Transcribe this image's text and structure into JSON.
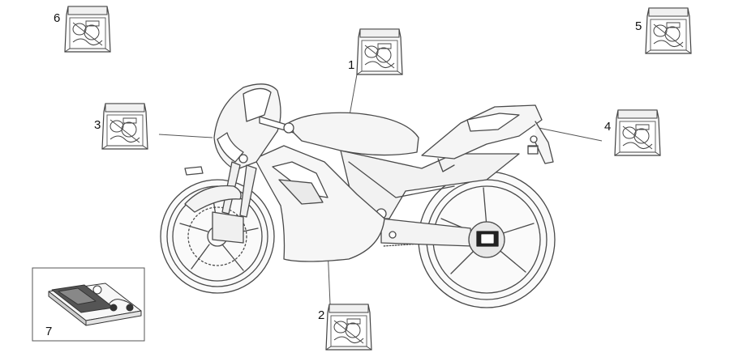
{
  "diagram": {
    "subject": "motorcycle-decal-kits",
    "stroke_color": "#4a4a4a",
    "fill_color": "#f7f7f7",
    "kit_icon": "decal-sheet-icon",
    "manual_icon": "owner-manual-icon"
  },
  "callouts": [
    {
      "id": "1",
      "label": "1"
    },
    {
      "id": "2",
      "label": "2"
    },
    {
      "id": "3",
      "label": "3"
    },
    {
      "id": "4",
      "label": "4"
    },
    {
      "id": "5",
      "label": "5"
    },
    {
      "id": "6",
      "label": "6"
    },
    {
      "id": "7",
      "label": "7"
    }
  ]
}
